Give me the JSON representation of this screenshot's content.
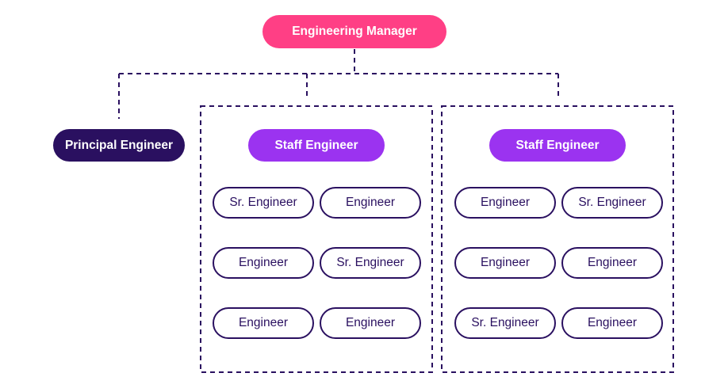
{
  "manager": {
    "label": "Engineering Manager"
  },
  "principal": {
    "label": "Principal Engineer"
  },
  "teams": [
    {
      "lead": "Staff Engineer",
      "members": [
        "Sr. Engineer",
        "Engineer",
        "Engineer",
        "Sr. Engineer",
        "Engineer",
        "Engineer"
      ]
    },
    {
      "lead": "Staff Engineer",
      "members": [
        "Engineer",
        "Sr. Engineer",
        "Engineer",
        "Engineer",
        "Sr. Engineer",
        "Engineer"
      ]
    }
  ],
  "colors": {
    "manager": "#ff3f85",
    "principal": "#2a1060",
    "staff": "#9b33f0",
    "outline": "#2a1060"
  }
}
